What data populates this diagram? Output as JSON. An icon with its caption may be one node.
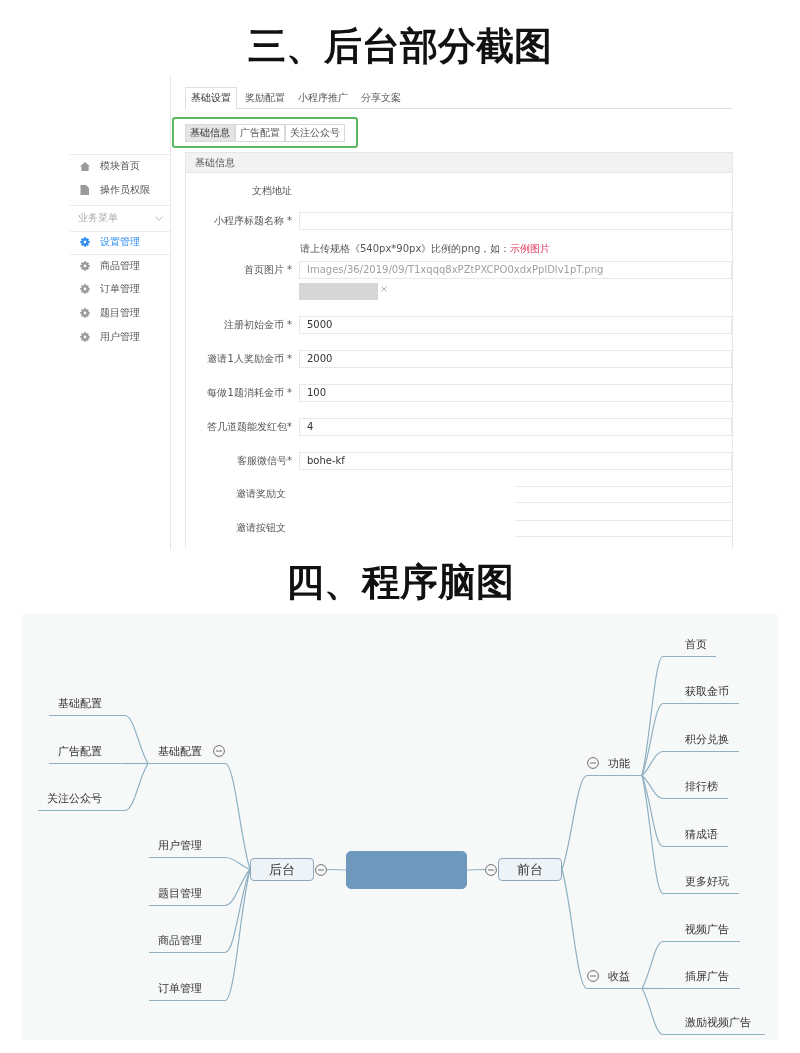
{
  "diagram": {
    "title": "三、后台部分截图",
    "nodes": [
      {
        "text": [],
        "shape": "box"
      },
      {
        "text": [
          "后台"
        ]
      },
      {
        "text": [
          "前台"
        ]
      },
      {
        "text": [
          "基础配置"
        ]
      },
      {
        "text": [
          "基础配置"
        ]
      },
      {
        "text": [
          "广告配置"
        ]
      },
      {
        "text": [
          "关注公众号"
        ]
      },
      {
        "text": [
          "用户管理"
        ]
      },
      {
        "text": [
          "题目管理"
        ]
      },
      {
        "text": [
          "商品管理"
        ]
      },
      {
        "text": [
          "订单管理"
        ]
      },
      {
        "text": [
          "功能"
        ]
      },
      {
        "text": [
          "首页"
        ]
      },
      {
        "text": [
          "获取金币"
        ]
      },
      {
        "text": [
          "积分兑换"
        ]
      },
      {
        "text": [
          "排行榜"
        ]
      },
      {
        "text": [
          "猜成语"
        ]
      },
      {
        "text": [
          "更多好玩"
        ]
      },
      {
        "text": [
          "收益"
        ]
      },
      {
        "text": [
          "视频广告"
        ]
      },
      {
        "text": [
          "插屏广告"
        ]
      },
      {
        "text": [
          "激励视频广告"
        ]
      }
    ],
    "edges": [
      {
        "from": 0,
        "to": 1,
        "arrow": "none"
      },
      {
        "from": 0,
        "to": 2,
        "arrow": "none"
      },
      {
        "from": 1,
        "to": 3,
        "arrow": "none"
      },
      {
        "from": 3,
        "to": 4,
        "arrow": "none"
      },
      {
        "from": 3,
        "to": 5,
        "arrow": "none"
      },
      {
        "from": 3,
        "to": 6,
        "arrow": "none"
      },
      {
        "from": 1,
        "to": 7,
        "arrow": "none"
      },
      {
        "from": 1,
        "to": 8,
        "arrow": "none"
      },
      {
        "from": 1,
        "to": 9,
        "arrow": "none"
      },
      {
        "from": 1,
        "to": 10,
        "arrow": "none"
      },
      {
        "from": 2,
        "to": 11,
        "arrow": "none"
      },
      {
        "from": 11,
        "to": 12,
        "arrow": "none"
      },
      {
        "from": 11,
        "to": 13,
        "arrow": "none"
      },
      {
        "from": 11,
        "to": 14,
        "arrow": "none"
      },
      {
        "from": 11,
        "to": 15,
        "arrow": "none"
      },
      {
        "from": 11,
        "to": 16,
        "arrow": "none"
      },
      {
        "from": 11,
        "to": 17,
        "arrow": "none"
      },
      {
        "from": 2,
        "to": 18,
        "arrow": "none"
      },
      {
        "from": 18,
        "to": 19,
        "arrow": "none"
      },
      {
        "from": 18,
        "to": 20,
        "arrow": "none"
      },
      {
        "from": 18,
        "to": 21,
        "arrow": "none"
      }
    ],
    "labels": [
      "模块首页",
      "操作员权限",
      "业务菜单",
      "设置管理",
      "商品管理",
      "订单管理",
      "题目管理",
      "用户管理",
      "基础设置",
      "奖励配置",
      "小程序推广",
      "分享文案",
      "基础信息",
      "广告配置",
      "关注公众号",
      "基础信息",
      "文档地址",
      "小程序标题名称 *",
      "请上传规格《540px*90px》比例的png，如：",
      "示例图片",
      "首页图片 *",
      "Images/36/2019/09/T1xqqq8xPZtPXCPO0xdxPplDlv1pT.png",
      "注册初始金币 *",
      "5000",
      "邀请1人奖励金币 *",
      "2000",
      "每做1题消耗金币 *",
      "100",
      "答几道题能发红包*",
      "4",
      "客服微信号*",
      "bohe-kf",
      "邀请奖励文",
      "邀请按钮文",
      "四、程序脑图"
    ]
  }
}
